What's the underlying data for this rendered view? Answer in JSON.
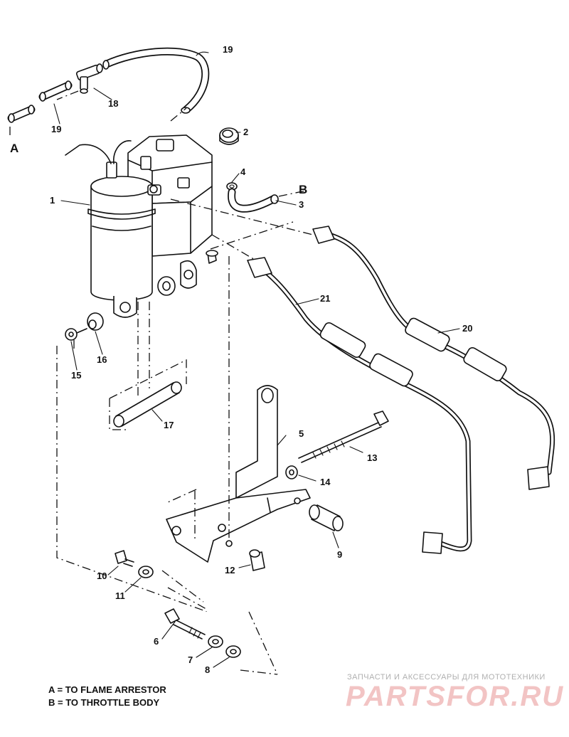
{
  "diagram": {
    "part_labels": [
      "1",
      "2",
      "3",
      "4",
      "5",
      "6",
      "7",
      "8",
      "9",
      "10",
      "11",
      "12",
      "13",
      "14",
      "15",
      "16",
      "17",
      "18",
      "19",
      "19",
      "20",
      "21"
    ],
    "connection_labels": [
      "A",
      "B"
    ]
  },
  "legend": {
    "a_text": "A = TO FLAME ARRESTOR",
    "b_text": "B = TO THROTTLE BODY"
  },
  "watermark": {
    "line1": "ЗАПЧАСТИ И АКСЕССУАРЫ ДЛЯ МОТОТЕХНИКИ",
    "logo": "PARTSFOR.RU",
    "color": "#e8a0a0"
  }
}
